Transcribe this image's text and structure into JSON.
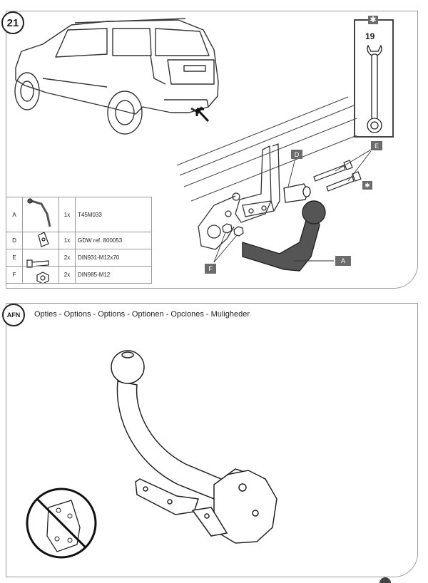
{
  "step": {
    "number": "21"
  },
  "options_step": {
    "badge": "AFN",
    "title": "Opties - Options - Options - Optionen - Opciones - Muligheder"
  },
  "tool": {
    "size": "19",
    "tool_marker": "✱"
  },
  "callouts": {
    "a": "A",
    "d": "D",
    "e": "E",
    "f": "F",
    "star": "✱"
  },
  "parts": [
    {
      "letter": "A",
      "qty": "1x",
      "desc": "T45M033",
      "icon": "tow-ball-arm-icon"
    },
    {
      "letter": "D",
      "qty": "1x",
      "desc": "GDW ref. 800053",
      "icon": "bracket-plate-icon"
    },
    {
      "letter": "E",
      "qty": "2x",
      "desc": "DIN931-M12x70",
      "icon": "bolt-icon"
    },
    {
      "letter": "F",
      "qty": "2x",
      "desc": "DIN985-M12",
      "icon": "nut-icon"
    }
  ]
}
